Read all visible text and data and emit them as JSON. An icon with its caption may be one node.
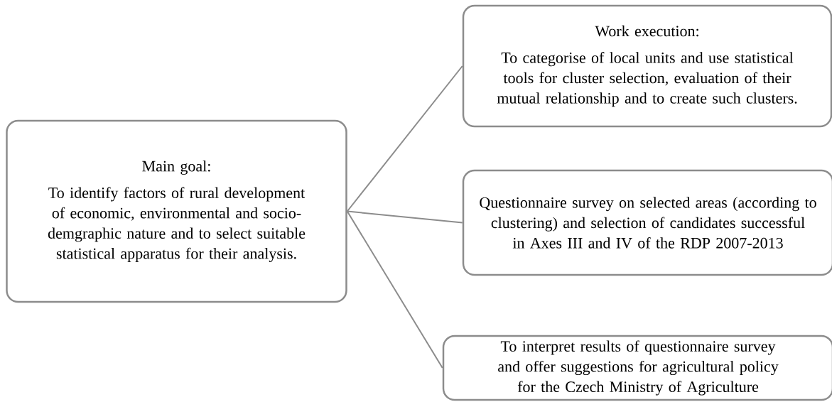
{
  "diagram": {
    "nodes": [
      {
        "text": [
          "Main goal:",
          "To identify factors of rural development of economic, environmental and socio-demgraphic nature and to select suitable statistical apparatus for their analysis."
        ]
      },
      {
        "text": [
          "Work execution:",
          "To categorise of local units and use statistical tools for cluster selection, evaluation of their mutual relationship and to create such clusters."
        ]
      },
      {
        "text": [
          "Questionnaire survey on selected areas (according to clustering) and selection of candidates successful in Axes III and IV of the RDP 2007-2013"
        ]
      },
      {
        "text": [
          "To interpret results of questionnaire survey and offer suggestions for agricultural policy for the Czech Ministry of Agriculture"
        ]
      }
    ],
    "edges": [
      {
        "from": 0,
        "to": 1,
        "arrow": "none"
      },
      {
        "from": 0,
        "to": 2,
        "arrow": "none"
      },
      {
        "from": 0,
        "to": 3,
        "arrow": "none"
      }
    ]
  }
}
